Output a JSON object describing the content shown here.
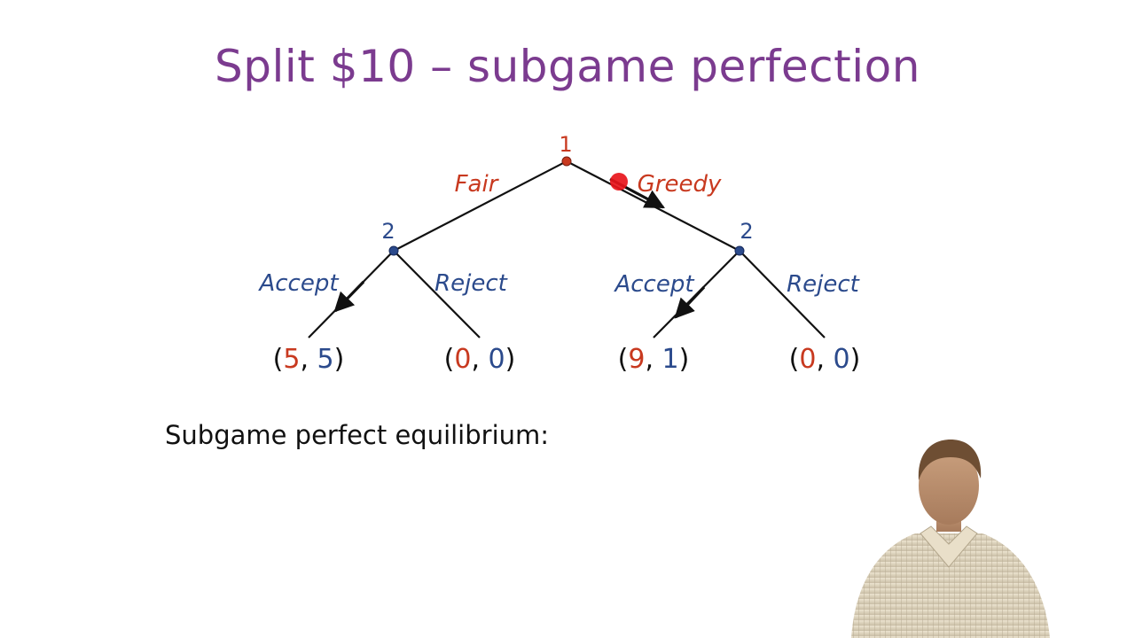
{
  "slide": {
    "title": "Split $10 – subgame perfection",
    "body": "Subgame perfect equilibrium:"
  },
  "tree": {
    "root": {
      "player": "1"
    },
    "left_node": {
      "player": "2"
    },
    "right_node": {
      "player": "2"
    },
    "actions": {
      "fair": "Fair",
      "greedy": "Greedy",
      "left_accept": "Accept",
      "left_reject": "Reject",
      "right_accept": "Accept",
      "right_reject": "Reject"
    },
    "payoffs": [
      {
        "p1": "5",
        "p2": "5"
      },
      {
        "p1": "0",
        "p2": "0"
      },
      {
        "p1": "9",
        "p2": "1"
      },
      {
        "p1": "0",
        "p2": "0"
      }
    ]
  },
  "colors": {
    "title": "#7b3b8f",
    "player1": "#c8391f",
    "player2": "#2b4a8c",
    "pointer": "#e8151b"
  }
}
